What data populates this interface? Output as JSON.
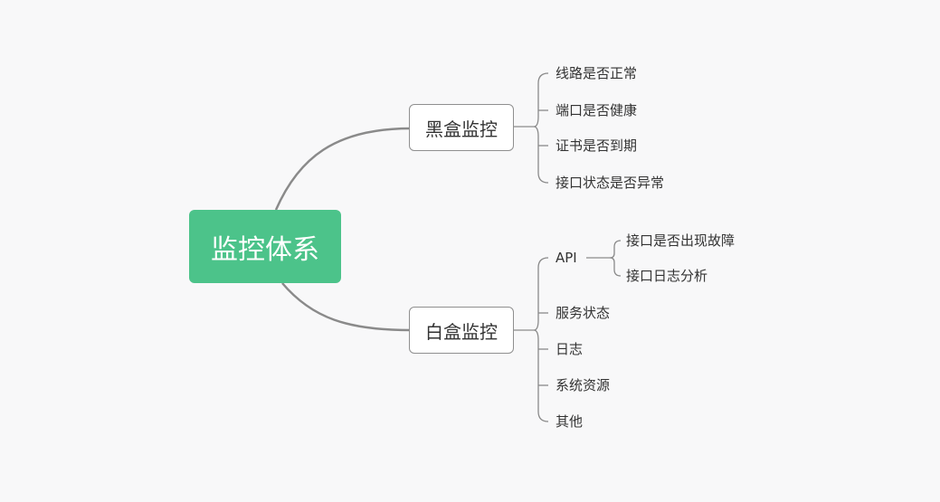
{
  "root": {
    "label": "监控体系"
  },
  "blackbox": {
    "label": "黑盒监控",
    "items": [
      "线路是否正常",
      "端口是否健康",
      "证书是否到期",
      "接口状态是否异常"
    ]
  },
  "whitebox": {
    "label": "白盒监控",
    "api": {
      "label": "API",
      "items": [
        "接口是否出现故障",
        "接口日志分析"
      ]
    },
    "items": [
      "服务状态",
      "日志",
      "系统资源",
      "其他"
    ]
  },
  "colors": {
    "root_fill": "#4cc38a",
    "connector": "#8a8a8a",
    "branch_border": "#8f8f8f",
    "background": "#f8f8f9",
    "text": "#333333"
  }
}
